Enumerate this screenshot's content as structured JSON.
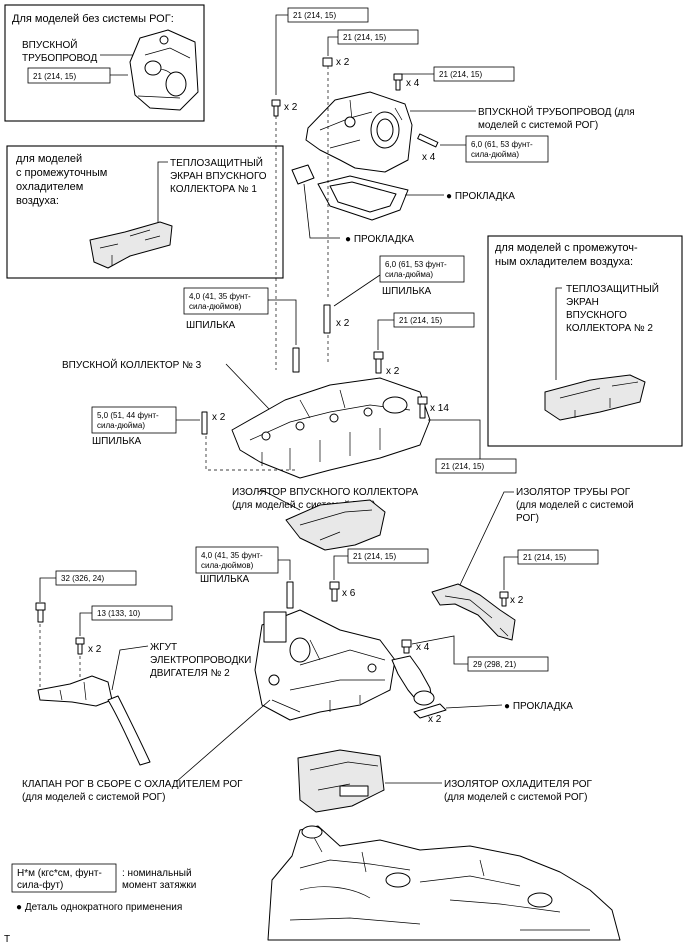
{
  "boxes": {
    "no_egr": {
      "header": "Для моделей без системы РОГ:",
      "manifold_label": [
        "ВПУСКНОЙ",
        "ТРУБОПРОВОД"
      ],
      "torque": "21 (214, 15)"
    },
    "intercooler_1": {
      "header": [
        "для моделей",
        "с промежуточным",
        "охладителем",
        "воздуха:"
      ],
      "part_label": [
        "ТЕПЛОЗАЩИТНЫЙ",
        "ЭКРАН ВПУСКНОГО",
        "КОЛЛЕКТОРА № 1"
      ]
    },
    "intercooler_2": {
      "header": [
        "для моделей с промежуточ-",
        "ным охладителем воздуха:"
      ],
      "part_label": [
        "ТЕПЛОЗАЩИТНЫЙ",
        "ЭКРАН",
        "ВПУСКНОГО",
        "КОЛЛЕКТОРА № 2"
      ]
    }
  },
  "torques": {
    "t1": "21 (214, 15)",
    "t2": "21 (214, 15)",
    "t3": "21 (214, 15)",
    "t4": [
      "6,0 (61, 53 фунт-",
      "сила-дюйма)"
    ],
    "t5": [
      "6,0 (61, 53 фунт-",
      "сила-дюйма)"
    ],
    "t6": [
      "4,0 (41, 35 фунт-",
      "сила-дюймов)"
    ],
    "t7": "21 (214, 15)",
    "t8": [
      "5,0 (51, 44 фунт-",
      "сила-дюйма)"
    ],
    "t9": "21 (214, 15)",
    "t10": [
      "4,0 (41, 35 фунт-",
      "сила-дюймов)"
    ],
    "t11": "21 (214, 15)",
    "t12": "21 (214, 15)",
    "t13": "32 (326, 24)",
    "t14": "13 (133, 10)",
    "t15": "29 (298, 21)"
  },
  "qty": {
    "x2": "x 2",
    "x4": "x 4",
    "x6": "x 6",
    "x14": "x 14"
  },
  "labels": {
    "intake_pipe_egr": [
      "ВПУСКНОЙ ТРУБОПРОВОД (для",
      "моделей с системой РОГ)"
    ],
    "gasket": "● ПРОКЛАДКА",
    "stud": "ШПИЛЬКА",
    "intake_manifold_3": "ВПУСКНОЙ КОЛЛЕКТОР № 3",
    "manifold_insulator": [
      "ИЗОЛЯТОР ВПУСКНОГО КОЛЛЕКТОРА",
      "(для моделей с системой РОГ)"
    ],
    "egr_pipe_insulator": [
      "ИЗОЛЯТОР ТРУБЫ РОГ",
      "(для моделей с системой",
      "РОГ)"
    ],
    "wire_harness": [
      "ЖГУТ",
      "ЭЛЕКТРОПРОВОДКИ",
      "ДВИГАТЕЛЯ № 2"
    ],
    "egr_valve": [
      "КЛАПАН РОГ В СБОРЕ С ОХЛАДИТЕЛЕМ РОГ",
      "(для моделей с системой РОГ)"
    ],
    "egr_cooler_insulator": [
      "ИЗОЛЯТОР ОХЛАДИТЕЛЯ РОГ",
      "(для моделей с системой РОГ)"
    ]
  },
  "legend": {
    "unit_box": [
      "Н*м (кгс*см, фунт-",
      "сила-фут)"
    ],
    "unit_desc": [
      ": номинальный",
      "момент затяжки"
    ],
    "single_use": "● Деталь однократного применения"
  },
  "corner_mark": "T"
}
